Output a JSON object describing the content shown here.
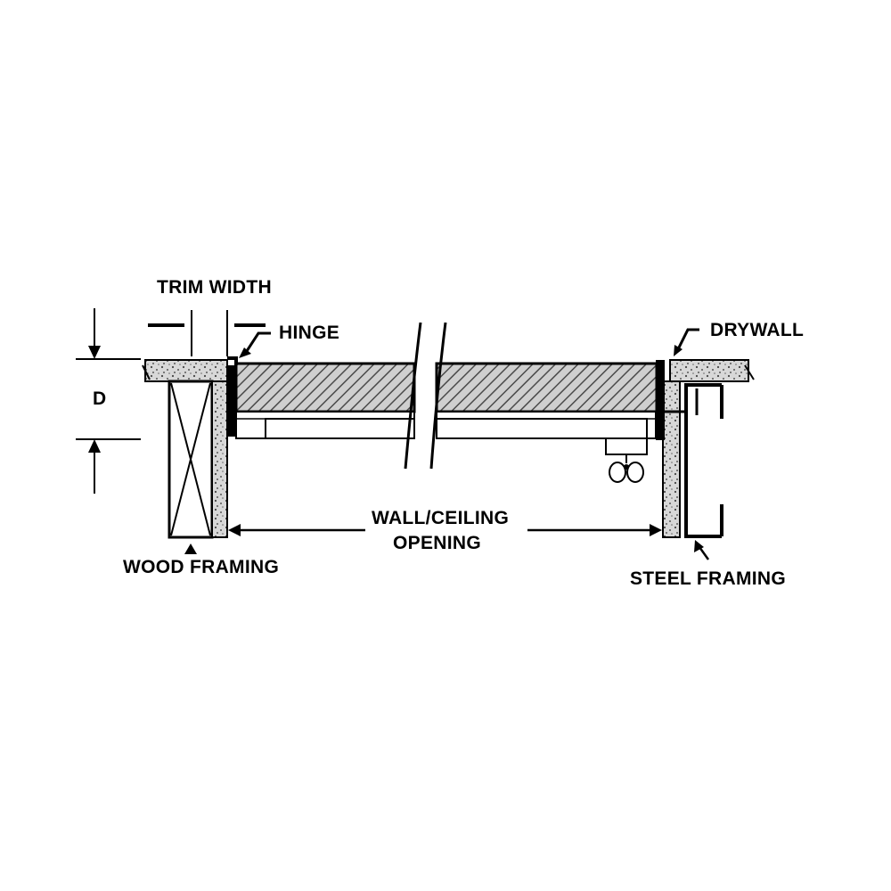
{
  "diagram": {
    "labels": {
      "trim_width": "TRIM WIDTH",
      "hinge": "HINGE",
      "drywall": "DRYWALL",
      "depth": "D",
      "opening_line1": "WALL/CEILING",
      "opening_line2": "OPENING",
      "wood_framing": "WOOD FRAMING",
      "steel_framing": "STEEL FRAMING"
    },
    "colors": {
      "ink": "#000000",
      "paper": "#ffffff",
      "fill_gray": "#cfcfcf",
      "hatch": "#555555"
    }
  }
}
